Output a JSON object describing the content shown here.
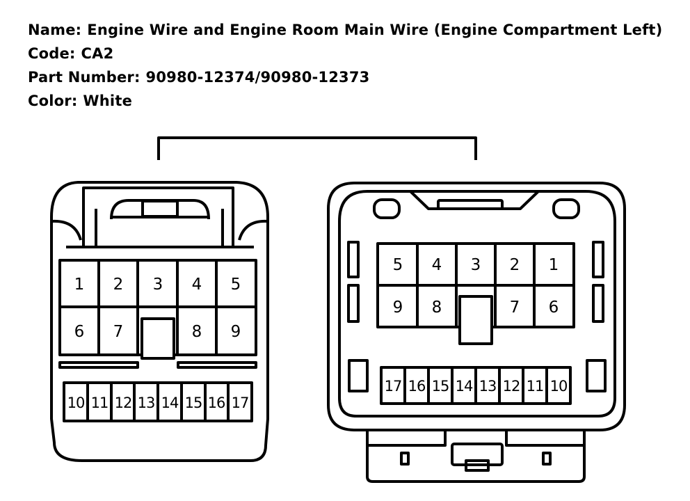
{
  "connector_info": {
    "name_label": "Name:",
    "name_value": "Engine Wire and Engine Room Main Wire (Engine Compartment Left)",
    "code_label": "Code:",
    "code_value": "CA2",
    "part_label": "Part Number:",
    "part_value": "90980-12374/90980-12373",
    "color_label": "Color:",
    "color_value": "White"
  },
  "left_connector": {
    "top_row": [
      "1",
      "2",
      "3",
      "4",
      "5"
    ],
    "middle_row": [
      "6",
      "7",
      "8",
      "9"
    ],
    "bottom_row": [
      "10",
      "11",
      "12",
      "13",
      "14",
      "15",
      "16",
      "17"
    ]
  },
  "right_connector": {
    "top_row": [
      "5",
      "4",
      "3",
      "2",
      "1"
    ],
    "middle_row": [
      "9",
      "8",
      "7",
      "6"
    ],
    "bottom_row": [
      "17",
      "16",
      "15",
      "14",
      "13",
      "12",
      "11",
      "10"
    ]
  }
}
